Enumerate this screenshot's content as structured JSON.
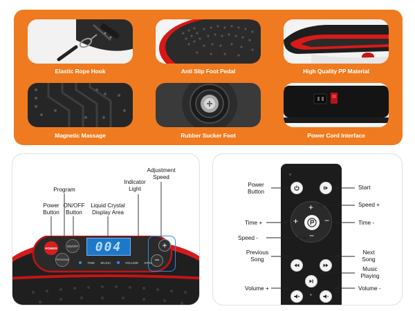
{
  "features": {
    "items": [
      {
        "caption": "Elastic Rope Hook"
      },
      {
        "caption": "Anti Slip Foot Pedal"
      },
      {
        "caption": "High Quality PP Material"
      },
      {
        "caption": "Magnetic Massage"
      },
      {
        "caption": "Rubber Sucker Foot"
      },
      {
        "caption": "Power Cord Interface"
      }
    ]
  },
  "control_panel": {
    "label_program": "Program",
    "label_power_button": "Power Button",
    "label_onoff_button": "ON/OFF Button",
    "label_display_area": "Liquid Crystal Display Area",
    "label_indicator_light": "Indicator Light",
    "label_adjustment_speed": "Adjustment Speed",
    "btn_power": "POWER",
    "btn_onoff": "ON/OFF",
    "btn_program": "PROGRAM",
    "display_value": "004",
    "indicators": [
      "TIME",
      "MUSIC",
      "VOLUME",
      "SPEED"
    ],
    "colors": {
      "accent_red": "#e21f1f",
      "display_blue": "#2a8fe0"
    }
  },
  "remote": {
    "power": "Power Button",
    "start": "Start",
    "speed_plus": "Speed +",
    "time_plus": "Time +",
    "time_minus": "Time -",
    "speed_minus": "Speed -",
    "previous_song": "Previous Song",
    "next_song": "Next Song",
    "music_playing": "Music Playing",
    "volume_plus": "Volume +",
    "volume_minus": "Volume -"
  }
}
